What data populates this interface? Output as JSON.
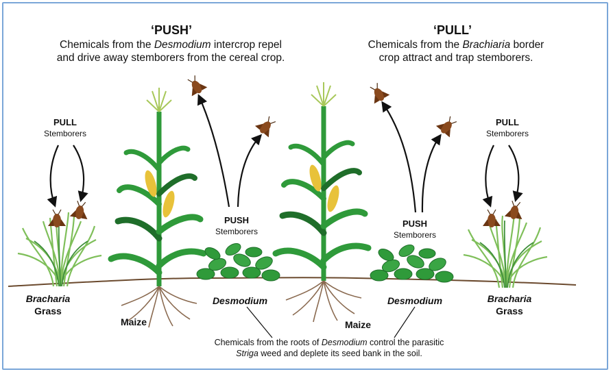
{
  "push": {
    "title": "‘PUSH’",
    "desc_pre": "Chemicals from the ",
    "desc_em": "Desmodium",
    "desc_post": " intercrop repel",
    "desc_line2": "and drive away stemborers from the cereal crop."
  },
  "pull": {
    "title": "‘PULL’",
    "desc_pre": "Chemicals from the ",
    "desc_em": "Brachiaria",
    "desc_post": " border",
    "desc_line2": "crop attract and trap stemborers."
  },
  "labels": {
    "pull_word": "PULL",
    "push_word": "PUSH",
    "stemborers": "Stemborers",
    "bracharia": "Bracharia",
    "grass": "Grass",
    "maize": "Maize",
    "desmodium": "Desmodium"
  },
  "footer": {
    "line1_pre": "Chemicals from the roots of ",
    "line1_em": "Desmodium",
    "line1_post": " control the parasitic",
    "line2_em": "Striga",
    "line2_post": " weed and deplete its seed bank in the soil."
  },
  "colors": {
    "leaf": "#2f9a3a",
    "leaf_dark": "#1f6e2a",
    "grass": "#7fbf5a",
    "soil": "#6b4a2e",
    "root": "#8a6a50",
    "moth": "#8a4a1e",
    "cob": "#e8c23a",
    "frame": "#7aa6d8"
  }
}
